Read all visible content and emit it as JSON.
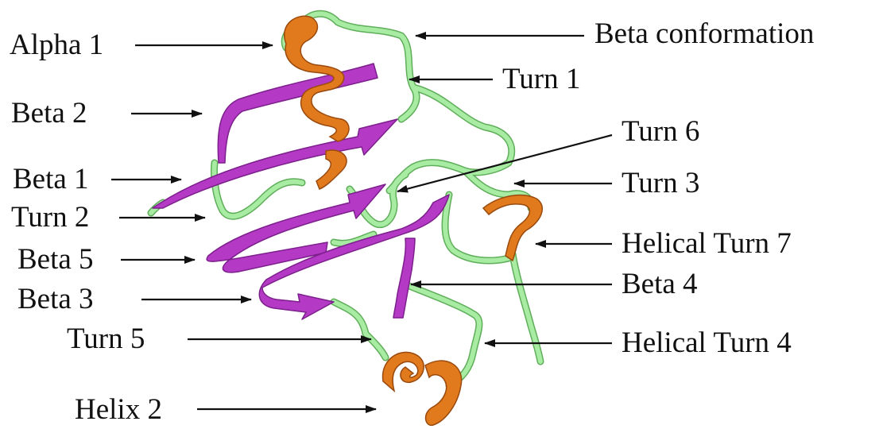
{
  "figure": {
    "labels": {
      "alpha1": "Alpha 1",
      "beta_conformation": "Beta conformation",
      "turn1": "Turn 1",
      "beta2": "Beta 2",
      "turn6": "Turn 6",
      "beta1": "Beta 1",
      "turn3": "Turn 3",
      "turn2": "Turn 2",
      "helical_turn7": "Helical Turn 7",
      "beta5": "Beta 5",
      "beta4": "Beta 4",
      "beta3": "Beta 3",
      "turn5": "Turn 5",
      "helical_turn4": "Helical Turn 4",
      "helix2": "Helix 2"
    },
    "colors": {
      "coil": "#9fe29a",
      "coil_edge": "#5fae5a",
      "sheet": "#b43ac6",
      "sheet_dark": "#7d1f8c",
      "helix": "#e07a1c",
      "helix_dark": "#9a4a0e",
      "arrow": "#111111"
    }
  }
}
